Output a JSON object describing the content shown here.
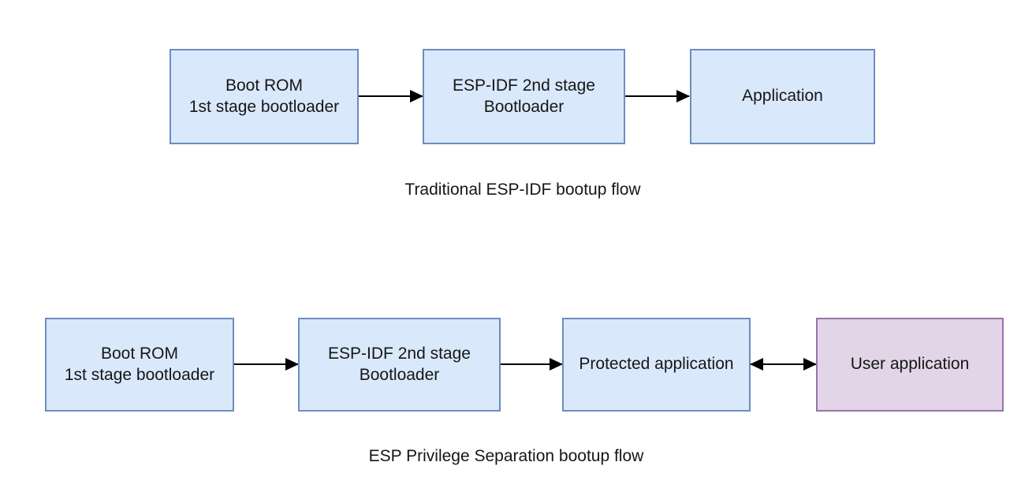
{
  "colors": {
    "background": "#ffffff",
    "node_blue_fill": "#dae8fc",
    "node_blue_border": "#6c8ebf",
    "node_purple_fill": "#e1d5e7",
    "node_purple_border": "#9673a6",
    "arrow": "#000000",
    "text": "#161616"
  },
  "flows": [
    {
      "id": "traditional-esp-idf",
      "caption": "Traditional ESP-IDF bootup flow",
      "nodes": [
        {
          "label": "Boot ROM\n1st stage bootloader",
          "style": "blue"
        },
        {
          "label": "ESP-IDF 2nd stage\nBootloader",
          "style": "blue"
        },
        {
          "label": "Application",
          "style": "blue"
        }
      ],
      "connectors": [
        {
          "from": 0,
          "to": 1,
          "direction": "right"
        },
        {
          "from": 1,
          "to": 2,
          "direction": "right"
        }
      ]
    },
    {
      "id": "esp-privilege-separation",
      "caption": "ESP Privilege Separation bootup flow",
      "nodes": [
        {
          "label": "Boot ROM\n1st stage bootloader",
          "style": "blue"
        },
        {
          "label": "ESP-IDF 2nd stage\nBootloader",
          "style": "blue"
        },
        {
          "label": "Protected application",
          "style": "blue"
        },
        {
          "label": "User application",
          "style": "purple"
        }
      ],
      "connectors": [
        {
          "from": 0,
          "to": 1,
          "direction": "right"
        },
        {
          "from": 1,
          "to": 2,
          "direction": "right"
        },
        {
          "from": 2,
          "to": 3,
          "direction": "both"
        }
      ]
    }
  ]
}
